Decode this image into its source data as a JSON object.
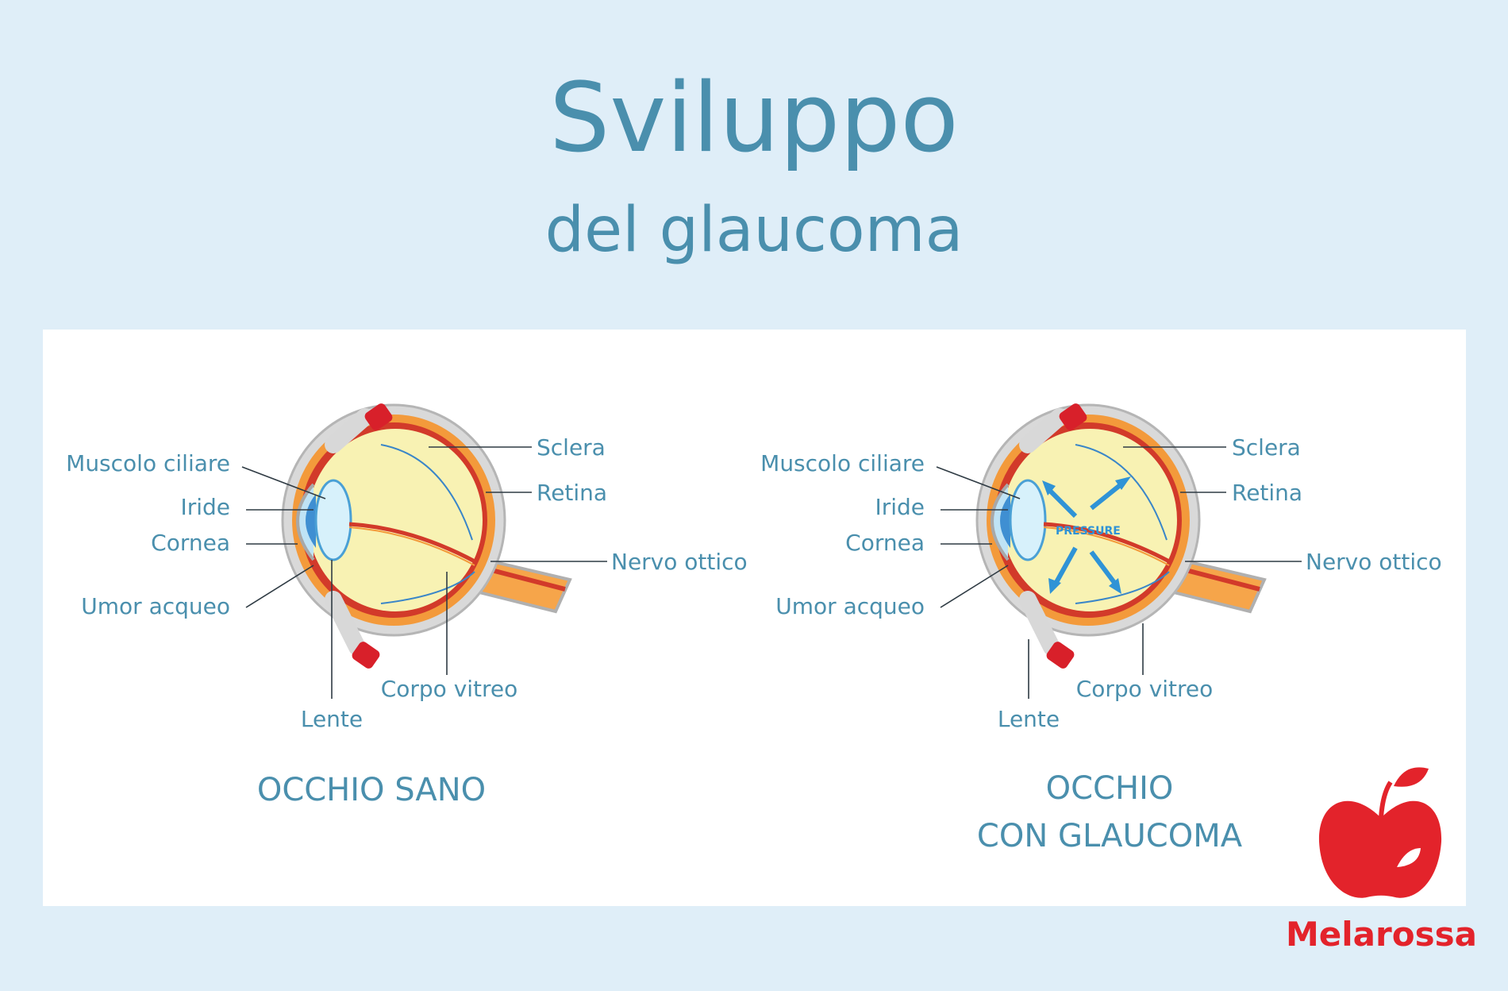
{
  "title": "Sviluppo",
  "subtitle": "del glaucoma",
  "healthy_eye": {
    "labels": {
      "muscolo": "Muscolo ciliare",
      "iride": "Iride",
      "cornea": "Cornea",
      "umor": "Umor acqueo",
      "lente": "Lente",
      "corpo": "Corpo vitreo",
      "nervo": "Nervo ottico",
      "retina": "Retina",
      "sclera": "Sclera"
    },
    "caption": "OCCHIO SANO"
  },
  "glaucoma_eye": {
    "labels": {
      "muscolo": "Muscolo ciliare",
      "iride": "Iride",
      "cornea": "Cornea",
      "umor": "Umor acqueo",
      "lente": "Lente",
      "corpo": "Corpo vitreo",
      "nervo": "Nervo ottico",
      "retina": "Retina",
      "sclera": "Sclera"
    },
    "pressure": "PRESSURE",
    "caption_line1": "OCCHIO",
    "caption_line2": "CON GLAUCOMA"
  },
  "logo": {
    "text": "Melarossa"
  },
  "colors": {
    "background": "#dfeef8",
    "panel": "#ffffff",
    "text": "#4a8fad",
    "logo": "#e3232b",
    "arrows": "#2f93d6"
  }
}
